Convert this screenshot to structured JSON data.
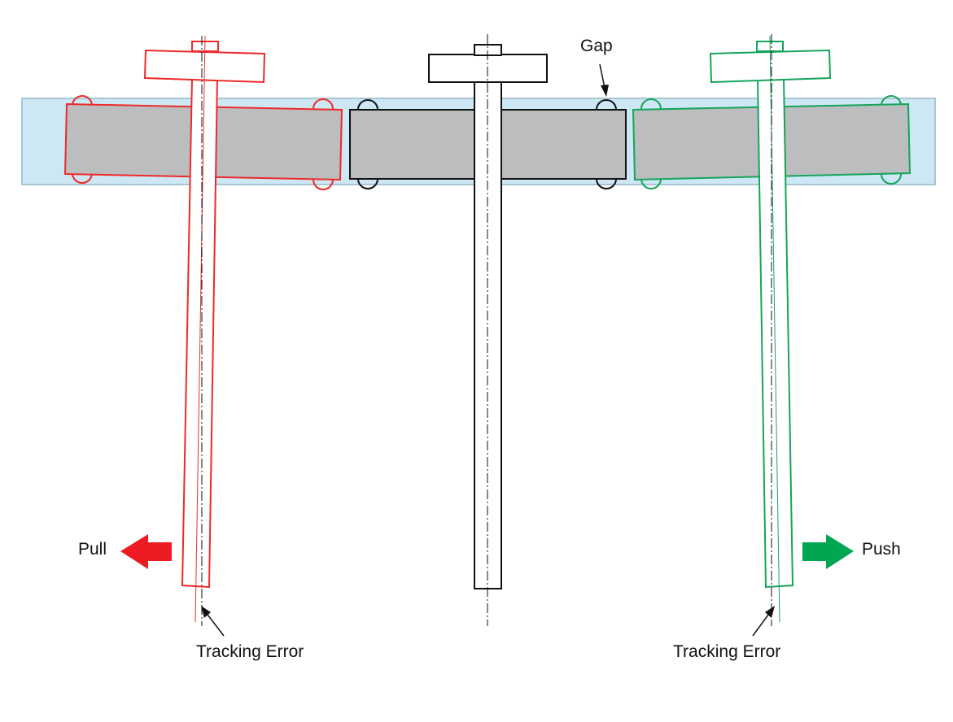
{
  "labels": {
    "gap": "Gap",
    "pull": "Pull",
    "push": "Push",
    "tracking_error_left": "Tracking Error",
    "tracking_error_right": "Tracking Error"
  },
  "colors": {
    "rail": "#cde8f4",
    "rail_border": "#a9c6d3",
    "block": "#bcbdbf",
    "red": "#ee2a2a",
    "black": "#111111",
    "green": "#16a45a",
    "arrow_red": "#ed1c24",
    "arrow_green": "#00a651"
  }
}
